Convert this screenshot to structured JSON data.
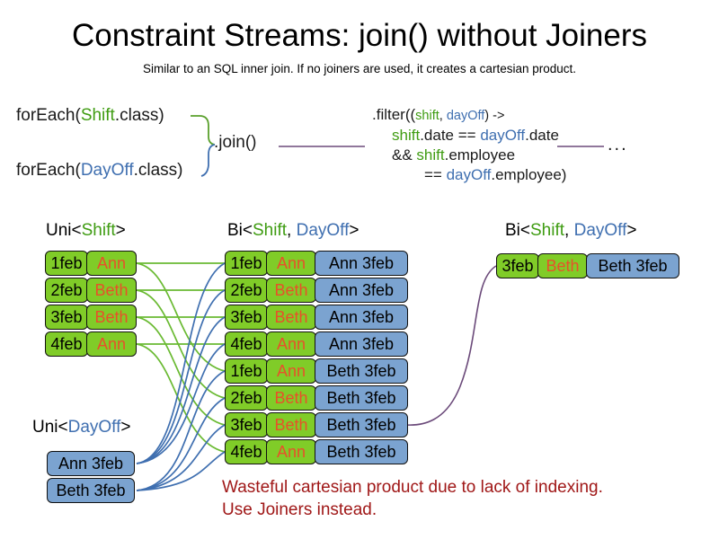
{
  "header": {
    "title": "Constraint Streams: join() without Joiners",
    "subtitle": "Similar to an SQL inner join. If no joiners are used, it creates a cartesian product."
  },
  "code": {
    "foreach_shift": {
      "prefix": "forEach(",
      "type": "Shift",
      "suffix": ".class)"
    },
    "foreach_dayoff": {
      "prefix": "forEach(",
      "type": "DayOff",
      "suffix": ".class)"
    },
    "join_label": ".join()",
    "ellipsis": "...",
    "filter": {
      "line1_a": ".filter((",
      "line1_shift": "shift",
      "line1_comma": ", ",
      "line1_dayoff": "dayOff",
      "line1_b": ") ->",
      "line2_shift": "shift",
      "line2_a": ".date == ",
      "line2_dayoff": "dayOff",
      "line2_b": ".date",
      "line3_a": "&& ",
      "line3_shift": "shift",
      "line3_b": ".employee",
      "line4_a": "== ",
      "line4_dayoff": "dayOff",
      "line4_b": ".employee)"
    }
  },
  "streams": {
    "uni_shift": {
      "caption": {
        "prefix": "Uni<",
        "type": "Shift",
        "suffix": ">"
      },
      "rows": [
        {
          "date": "1feb",
          "name": "Ann"
        },
        {
          "date": "2feb",
          "name": "Beth"
        },
        {
          "date": "3feb",
          "name": "Beth"
        },
        {
          "date": "4feb",
          "name": "Ann"
        }
      ]
    },
    "uni_dayoff": {
      "caption": {
        "prefix": "Uni<",
        "type": "DayOff",
        "suffix": ">"
      },
      "rows": [
        {
          "pair": "Ann 3feb"
        },
        {
          "pair": "Beth 3feb"
        }
      ]
    },
    "bi_join": {
      "caption": {
        "prefix": "Bi<",
        "type1": "Shift",
        "comma": ", ",
        "type2": "DayOff",
        "suffix": ">"
      },
      "rows": [
        {
          "date": "1feb",
          "name": "Ann",
          "pair": "Ann 3feb"
        },
        {
          "date": "2feb",
          "name": "Beth",
          "pair": "Ann 3feb"
        },
        {
          "date": "3feb",
          "name": "Beth",
          "pair": "Ann 3feb"
        },
        {
          "date": "4feb",
          "name": "Ann",
          "pair": "Ann 3feb"
        },
        {
          "date": "1feb",
          "name": "Ann",
          "pair": "Beth 3feb"
        },
        {
          "date": "2feb",
          "name": "Beth",
          "pair": "Beth 3feb"
        },
        {
          "date": "3feb",
          "name": "Beth",
          "pair": "Beth 3feb"
        },
        {
          "date": "4feb",
          "name": "Ann",
          "pair": "Beth 3feb"
        }
      ]
    },
    "bi_result": {
      "caption": {
        "prefix": "Bi<",
        "type1": "Shift",
        "comma": ", ",
        "type2": "DayOff",
        "suffix": ">"
      },
      "rows": [
        {
          "date": "3feb",
          "name": "Beth",
          "pair": "Beth 3feb"
        }
      ]
    }
  },
  "warning": {
    "line1": "Wasteful cartesian product due to lack of indexing.",
    "line2": "Use Joiners instead."
  },
  "colors": {
    "shift_green": "#80cc28",
    "dayoff_blue": "#7ba3d0",
    "name_orange": "#e8502a",
    "type_green": "#3f9c12",
    "type_blue": "#3f6fb0",
    "warning_red": "#a01818",
    "wire_purple": "#6b4a7a"
  }
}
